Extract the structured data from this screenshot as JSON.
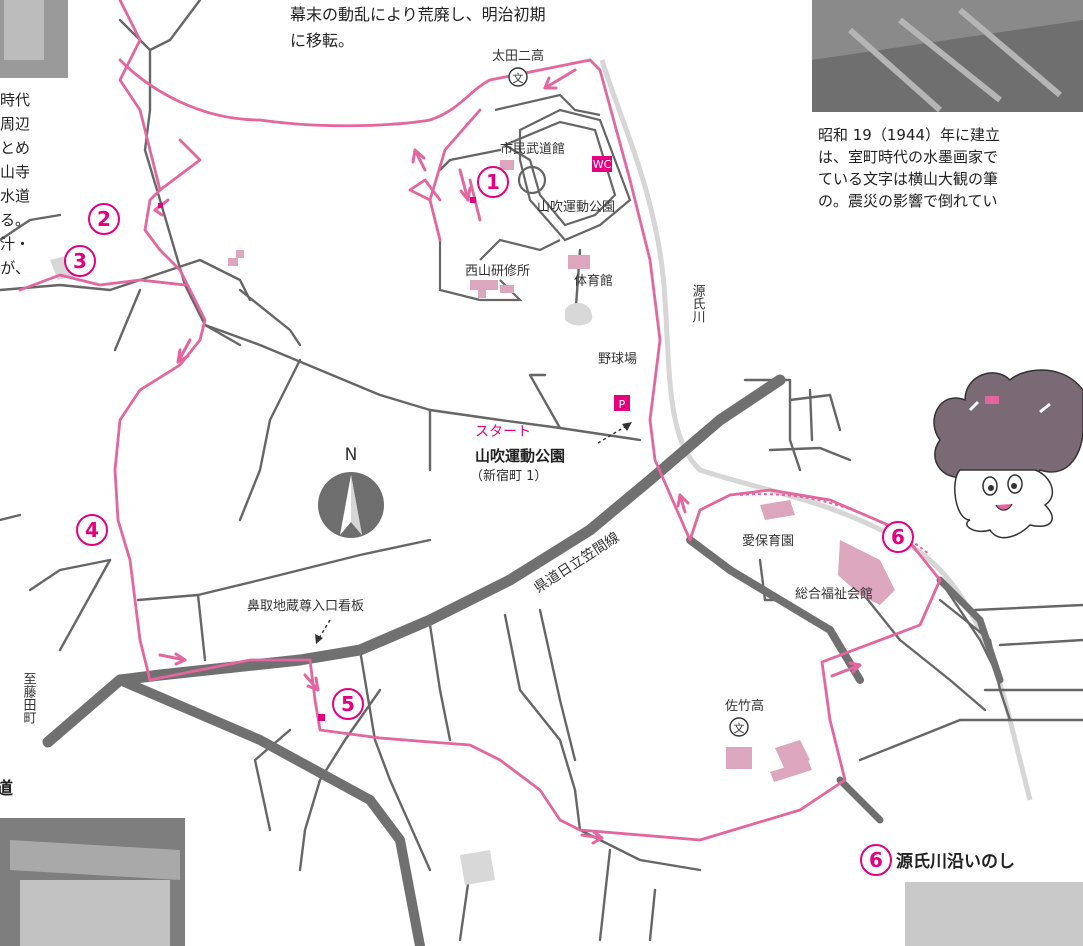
{
  "texts": {
    "top_caption_line1": "幕末の動乱により荒廃し、明治初期",
    "top_caption_line2": "に移転。",
    "right_caption_line1": "昭和 19（1944）年に建立",
    "right_caption_line2": "は、室町時代の水墨画家で",
    "right_caption_line3": "ている文字は横山大観の筆",
    "right_caption_line4": "の。震災の影響で倒れてい",
    "left_caption": [
      "時代",
      "周辺",
      "とめ",
      "山寺",
      "水道",
      "る。",
      "汁・",
      "が、"
    ],
    "bottom_left_fragment": "道",
    "section6_title": "源氏川沿いのし"
  },
  "labels": {
    "ota_niko": "太田二高",
    "budokan": "市民武道館",
    "wc": "WC",
    "yamabuki_park_map": "山吹運動公園",
    "nishiyama": "西山研修所",
    "taiikukan": "体育館",
    "genjigawa": "源氏川",
    "yakyujo": "野球場",
    "parking": "P",
    "start": "スタート",
    "start_park": "山吹運動公園",
    "start_address": "（新宿町 1）",
    "north": "N",
    "road_name": "県道日立笠間線",
    "aihoen": "愛保育園",
    "fukushi": "総合福祉会館",
    "hanatori": "鼻取地蔵尊入口看板",
    "satake": "佐竹高",
    "to_fujita": "至藤田町",
    "school_symbol": "文"
  },
  "markers": [
    "1",
    "2",
    "3",
    "4",
    "5",
    "6",
    "6"
  ],
  "colors": {
    "route_pink": "#e3669f",
    "marker_magenta": "#e4007f",
    "road_gray": "#707070",
    "building_pink": "#dca6bf",
    "street_gray": "#666666"
  }
}
